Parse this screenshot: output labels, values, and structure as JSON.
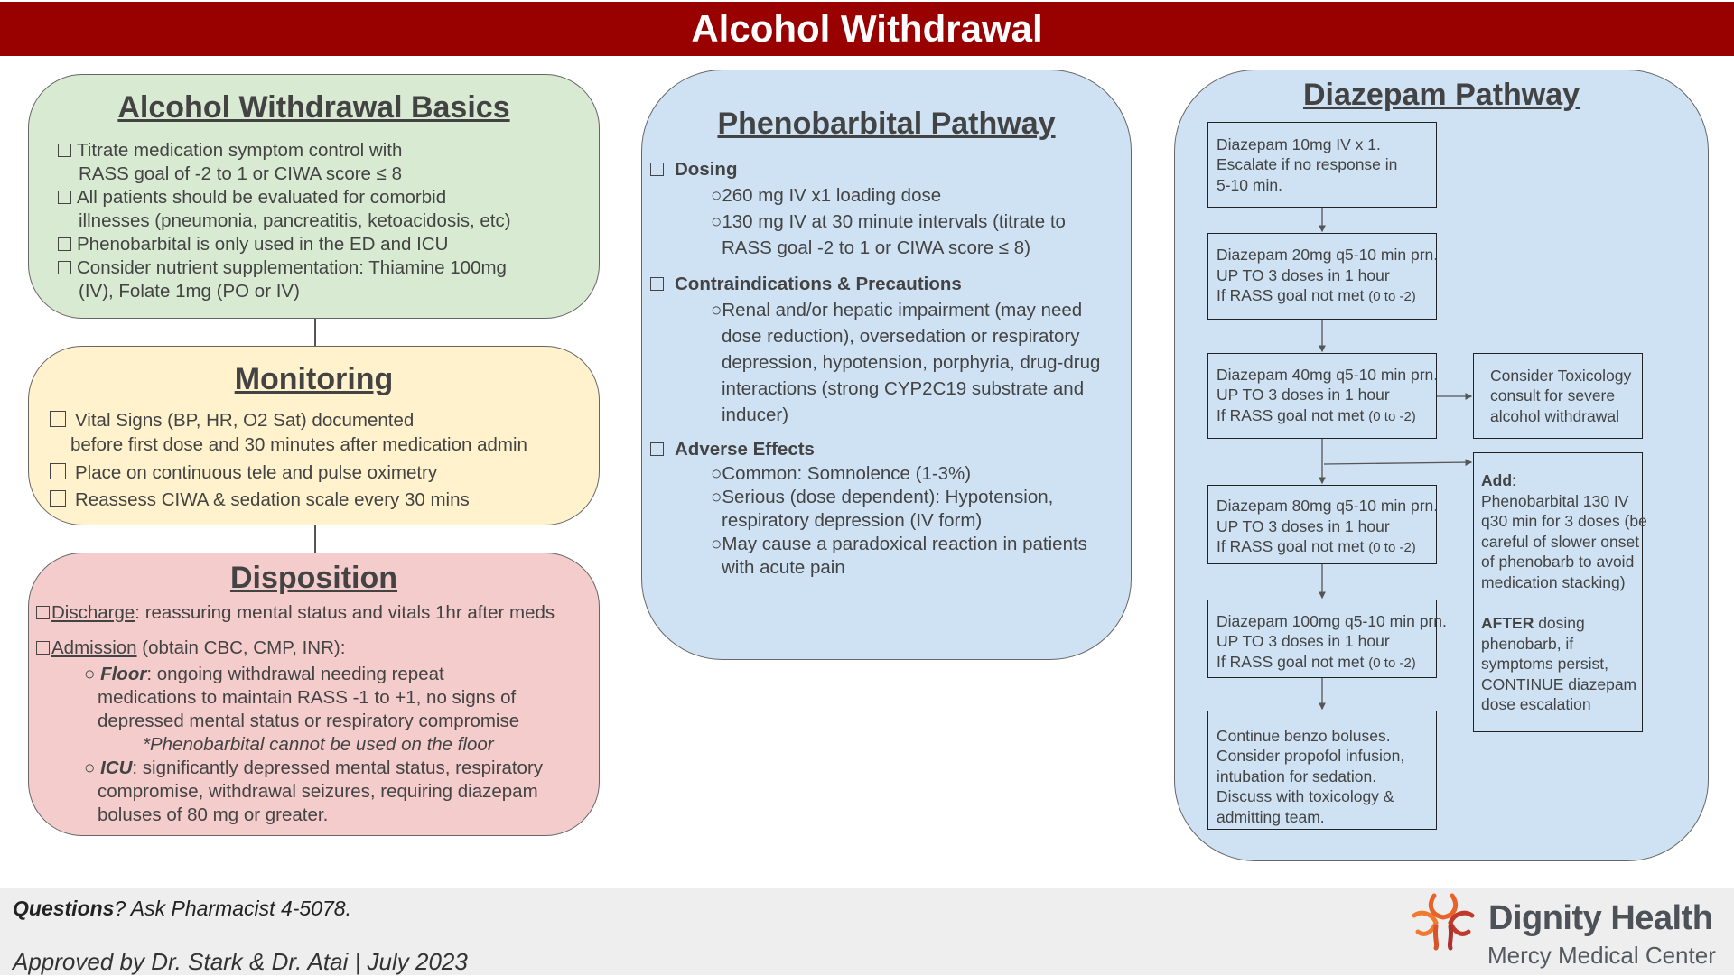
{
  "header": {
    "title": "Alcohol Withdrawal"
  },
  "basics": {
    "title": "Alcohol Withdrawal Basics",
    "items": [
      [
        "Titrate medication symptom control with",
        "RASS goal of  -2 to 1 or CIWA score ≤ 8"
      ],
      [
        "All patients should be evaluated for comorbid",
        "illnesses (pneumonia, pancreatitis, ketoacidosis, etc)"
      ],
      [
        "Phenobarbital is only used in the ED and ICU"
      ],
      [
        "Consider nutrient supplementation: Thiamine 100mg",
        "(IV), Folate 1mg (PO or IV)"
      ]
    ]
  },
  "monitoring": {
    "title": "Monitoring",
    "items": [
      [
        "Vital Signs (BP, HR, O2 Sat) documented",
        "before first dose and 30 minutes after medication admin"
      ],
      [
        "Place on continuous tele and pulse oximetry"
      ],
      [
        "Reassess CIWA & sedation scale every 30 mins"
      ]
    ]
  },
  "disposition": {
    "title": "Disposition",
    "discharge_label": "Discharge",
    "discharge_text": ": reassuring mental status and vitals 1hr after meds",
    "admission_label": "Admission",
    "admission_text": " (obtain CBC, CMP, INR):",
    "floor_label": "Floor",
    "floor_lines": [
      ": ongoing withdrawal needing repeat",
      "medications to maintain RASS -1 to +1, no signs of",
      "depressed mental status or respiratory compromise"
    ],
    "floor_note": "*Phenobarbital cannot be used on the floor",
    "icu_label": "ICU",
    "icu_lines": [
      ": significantly depressed mental status, respiratory",
      "compromise, withdrawal seizures, requiring diazepam",
      "boluses of 80 mg or greater."
    ]
  },
  "phenobarbital": {
    "title": "Phenobarbital Pathway",
    "dosing": {
      "label": "Dosing",
      "lines": [
        "○260 mg IV x1 loading dose",
        "○130 mg IV at 30 minute intervals (titrate to",
        "RASS goal -2 to 1 or CIWA score ≤ 8)"
      ]
    },
    "contra": {
      "label": "Contraindications & Precautions",
      "lines": [
        "○Renal and/or hepatic impairment (may need",
        "dose reduction), oversedation or respiratory",
        "depression, hypotension, porphyria, drug-drug",
        "interactions (strong CYP2C19 substrate and",
        "inducer)"
      ]
    },
    "adverse": {
      "label": "Adverse Effects",
      "lines": [
        "○Common: Somnolence (1-3%)",
        "○Serious (dose dependent): Hypotension,",
        "respiratory depression (IV form)",
        "○May cause a paradoxical reaction in patients",
        "with acute pain"
      ]
    }
  },
  "diazepam": {
    "title": "Diazepam Pathway",
    "step1": [
      "Diazepam 10mg IV x 1.",
      "Escalate if no response in",
      "5-10 min."
    ],
    "steps": [
      {
        "l1": "Diazepam 20mg q5-10 min prn.",
        "l2": "UP TO 3 doses in 1 hour",
        "l3": "If RASS goal not met ",
        "l3s": "(0 to -2)"
      },
      {
        "l1": "Diazepam 40mg q5-10 min prn.",
        "l2": "UP TO 3 doses in 1 hour",
        "l3": "If RASS goal not met ",
        "l3s": "(0 to -2)"
      },
      {
        "l1": "Diazepam 80mg q5-10 min prn.",
        "l2": "UP TO 3 doses in 1 hour",
        "l3": "If RASS goal not met ",
        "l3s": "(0 to -2)"
      },
      {
        "l1": "Diazepam 100mg q5-10 min prn.",
        "l2": "UP TO 3 doses in 1 hour",
        "l3": "If RASS goal not met ",
        "l3s": "(0 to -2)"
      }
    ],
    "final": [
      "Continue  benzo boluses.",
      "Consider propofol infusion,",
      "intubation for sedation.",
      "Discuss with toxicology &",
      "admitting team."
    ],
    "toxicology": [
      "Consider Toxicology",
      "consult for severe",
      "alcohol withdrawal"
    ],
    "add": {
      "label": "Add",
      "colon": ":",
      "lines": [
        "Phenobarbital 130 IV",
        "q30 min for 3 doses (be",
        "careful of slower onset",
        "of phenobarb to avoid",
        "medication stacking)"
      ],
      "after_label": "AFTER",
      "after_lines": [
        " dosing",
        "phenobarb, if",
        "symptoms persist,",
        "CONTINUE diazepam",
        "dose escalation"
      ]
    }
  },
  "footer": {
    "questions_label": "Questions",
    "questions_text": "? Ask Pharmacist 4-5078.",
    "approved": "Approved by Dr. Stark & Dr. Atai  |  July 2023",
    "logo_name": "Dignity Health",
    "logo_sub": "Mercy Medical Center"
  },
  "colors": {
    "header": "#990000",
    "basics": "#d9ead3",
    "monitoring": "#fff2cc",
    "disposition": "#f4cccc",
    "pathway": "#cfe2f3",
    "logo": "#e8622a"
  }
}
